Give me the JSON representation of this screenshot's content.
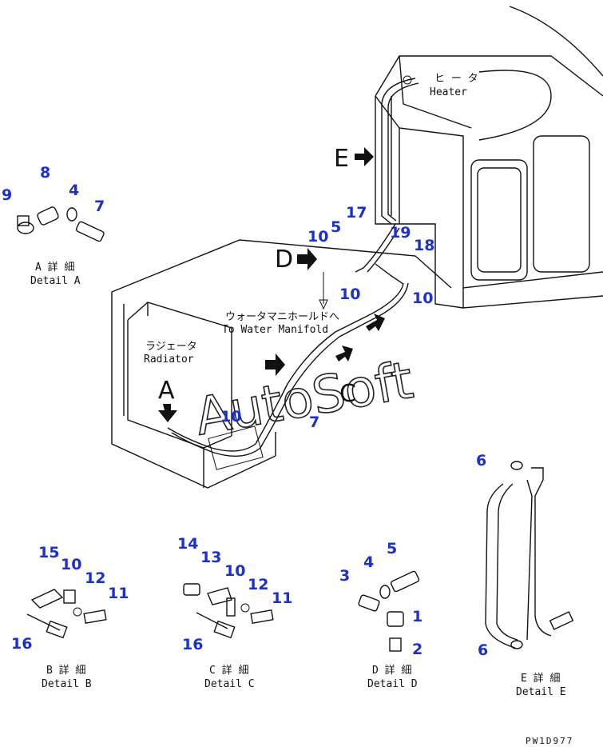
{
  "labels": {
    "heater_jp": "ヒ ー タ",
    "heater_en": "Heater",
    "radiator_jp": "ラジェータ",
    "radiator_en": "Radiator",
    "manifold_jp": "ウォータマニホールドへ",
    "manifold_en": "To Water Manifold",
    "view_a": "A",
    "view_c": "C",
    "view_d": "D",
    "view_e": "E",
    "detail_a_jp": "A 詳 細",
    "detail_a_en": "Detail A",
    "detail_b_jp": "B 詳 細",
    "detail_b_en": "Detail B",
    "detail_c_jp": "C 詳 細",
    "detail_c_en": "Detail C",
    "detail_d_jp": "D 詳 細",
    "detail_d_en": "Detail D",
    "detail_e_jp": "E 詳 細",
    "detail_e_en": "Detail E",
    "drawing_code": "PW1D977",
    "watermark": "AutoSoft"
  },
  "callouts": {
    "main": [
      "17",
      "10",
      "5",
      "19",
      "18",
      "10",
      "10",
      "7",
      "10"
    ],
    "detail_a": [
      "9",
      "8",
      "4",
      "7"
    ],
    "detail_b": [
      "15",
      "10",
      "12",
      "11",
      "16"
    ],
    "detail_c": [
      "14",
      "13",
      "10",
      "12",
      "11",
      "16"
    ],
    "detail_d": [
      "3",
      "4",
      "5",
      "1",
      "2"
    ],
    "detail_e": [
      "6",
      "6"
    ]
  },
  "colors": {
    "callout": "#1a2fd6",
    "line": "#111111"
  }
}
